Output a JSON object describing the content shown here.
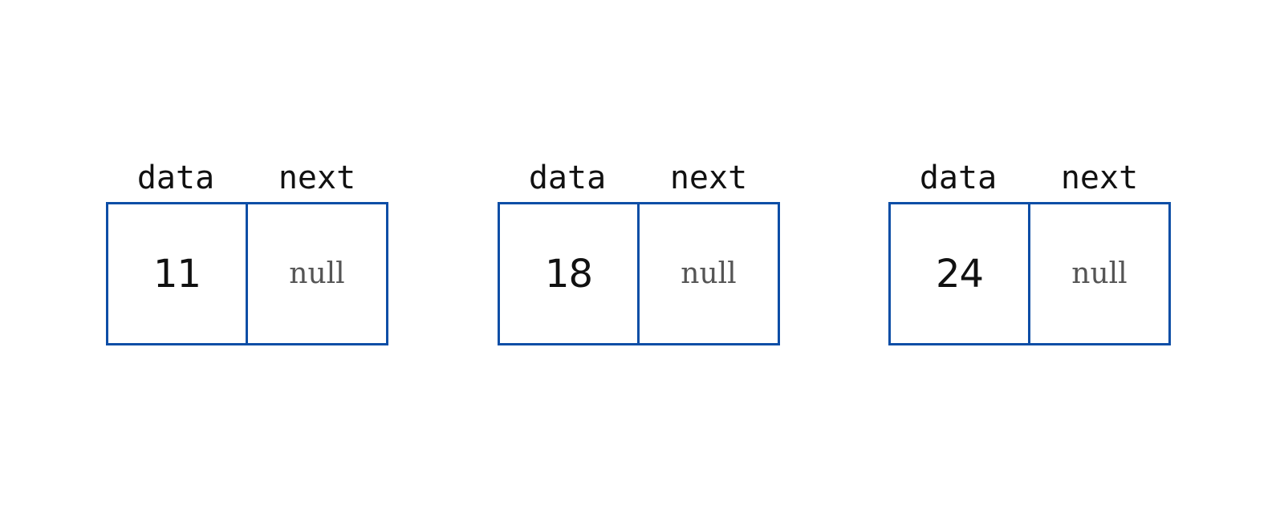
{
  "nodes": [
    {
      "data_label": "data",
      "next_label": "next",
      "data_value": "11",
      "next_value": "null"
    },
    {
      "data_label": "data",
      "next_label": "next",
      "data_value": "18",
      "next_value": "null"
    },
    {
      "data_label": "data",
      "next_label": "next",
      "data_value": "24",
      "next_value": "null"
    }
  ],
  "colors": {
    "box_border": "#0d4ea6",
    "data_text": "#111111",
    "null_text": "#555555",
    "background": "#ffffff"
  }
}
